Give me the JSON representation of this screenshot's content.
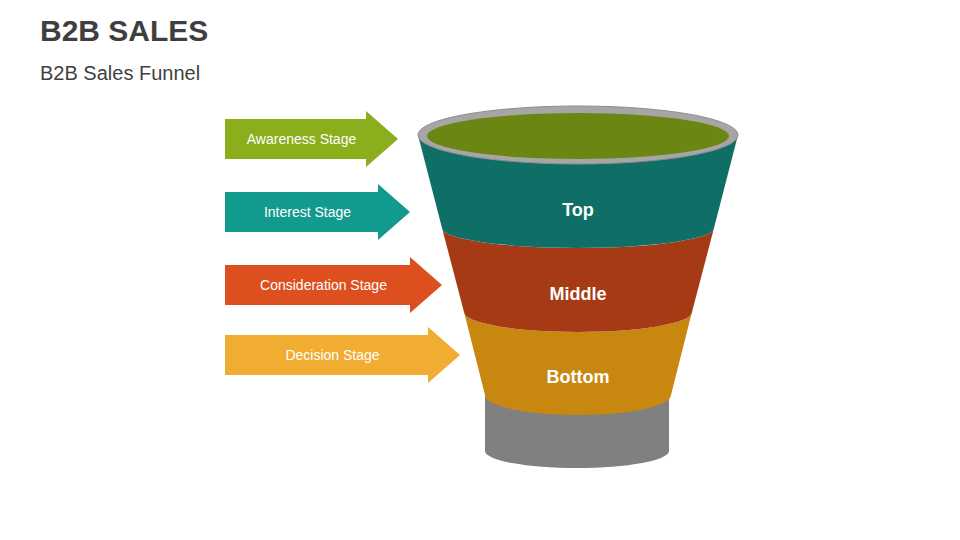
{
  "diagram": {
    "title": "B2B SALES",
    "caption": "B2B Sales Funnel",
    "nodes": [
      {
        "text": [
          "Awareness Stage"
        ]
      },
      {
        "text": [
          "Interest Stage"
        ]
      },
      {
        "text": [
          "Consideration Stage"
        ]
      },
      {
        "text": [
          "Decision Stage"
        ]
      },
      {
        "text": [
          "Top"
        ]
      },
      {
        "text": [
          "Middle"
        ]
      },
      {
        "text": [
          "Bottom"
        ]
      }
    ]
  }
}
